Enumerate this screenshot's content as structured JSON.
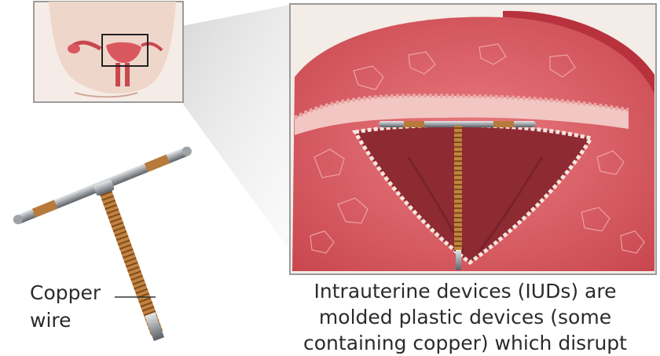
{
  "labels": {
    "copper_wire": [
      "Copper",
      "wire"
    ]
  },
  "caption": {
    "lines": [
      "Intrauterine devices (IUDs) are",
      "molded plastic devices (some",
      "containing copper) which disrupt"
    ]
  },
  "colors": {
    "tissue": "#d9585f",
    "tissue_dark": "#a3303a",
    "cavity": "#8e2a32",
    "copper": "#b77a3a",
    "steel": "#a9adb2",
    "skin": "#efd6cb"
  }
}
